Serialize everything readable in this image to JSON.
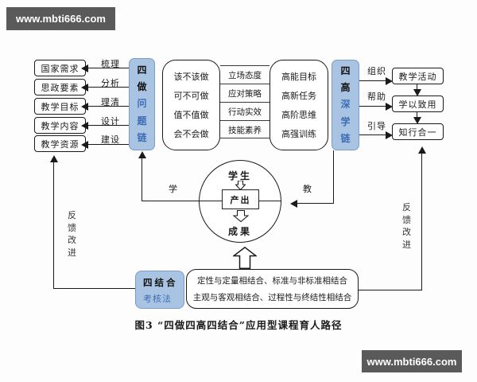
{
  "watermark_top": "www.mbti666.com",
  "watermark_bottom": "www.mbti666.com",
  "left_column": {
    "boxes": [
      "国家需求",
      "思政要素",
      "教学目标",
      "教学内容",
      "教学资源"
    ],
    "actions": [
      "梳理",
      "分析",
      "理清",
      "设计",
      "建设"
    ]
  },
  "four_do_chain": {
    "bold": "四做",
    "rest": "问题链"
  },
  "question_box": [
    "该不该做",
    "可不可做",
    "值不值做",
    "会不会做"
  ],
  "ladder": [
    "立场态度",
    "应对策略",
    "行动实效",
    "技能素养"
  ],
  "high_box": [
    "高能目标",
    "高新任务",
    "高阶思维",
    "高强训练"
  ],
  "four_high_chain": {
    "bold": "四高",
    "rest": "深学链"
  },
  "right_column": {
    "actions": [
      "组织",
      "帮助",
      "引导"
    ],
    "boxes": [
      "教学活动",
      "学以致用",
      "知行合一"
    ]
  },
  "circle": {
    "top": "学生",
    "center": "产出",
    "bottom": "成果"
  },
  "edge_labels": {
    "learn": "学",
    "teach": "教"
  },
  "feedback": {
    "left": "反馈改进",
    "right": "反馈改进"
  },
  "assessment": {
    "name_bold": "四结合",
    "name_rest": "考核法",
    "lines": [
      "定性与定量相结合、标准与非标准相结合",
      "主观与客观相结合、过程性与终结性相结合"
    ]
  },
  "caption": "图3 “四做四高四结合”应用型课程育人路径",
  "colors": {
    "banner_bg": "#5a5a5a",
    "chain_fill": "#a9c4e3",
    "chain_border": "#7b9cc9",
    "chain_text_blue": "#3d6cb4",
    "line": "#1a1a1a"
  }
}
